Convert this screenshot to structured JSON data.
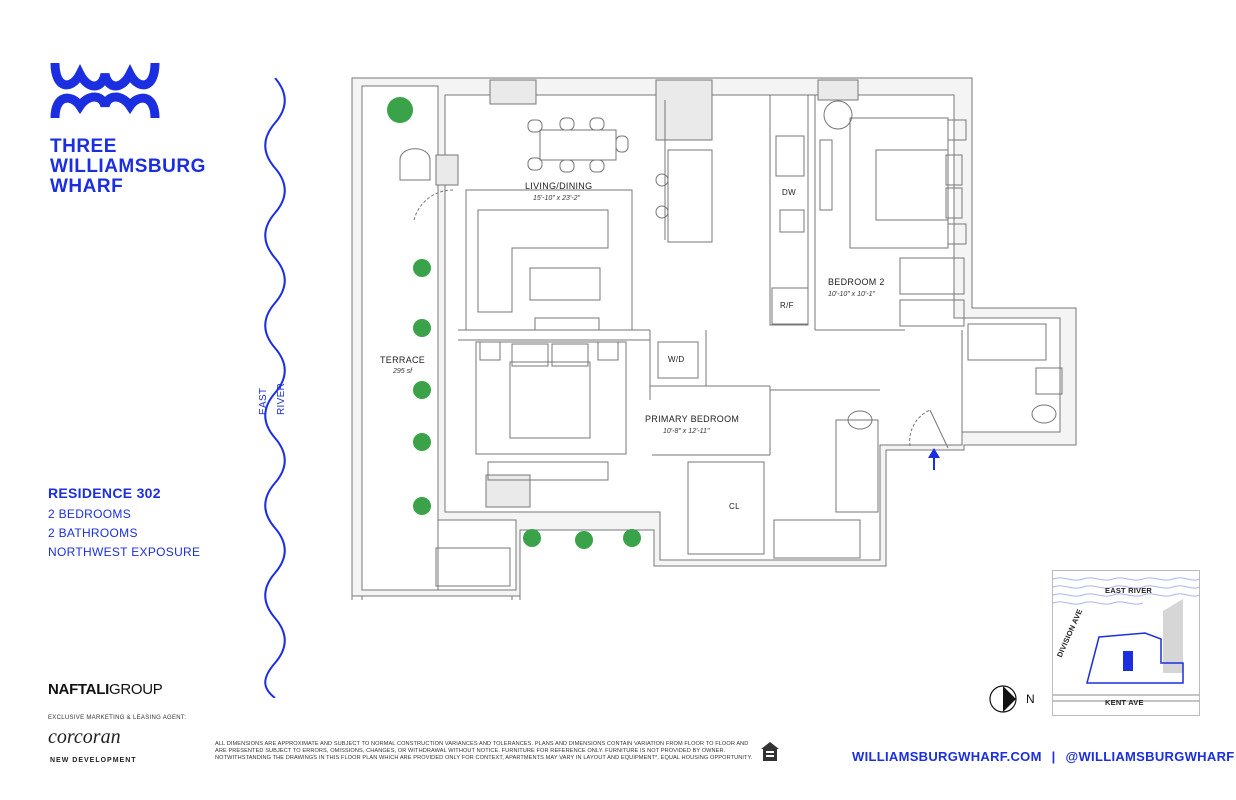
{
  "brand": {
    "lines": [
      "THREE",
      "WILLIAMSBURG",
      "WHARF"
    ],
    "color": "#1b2ee0"
  },
  "residence": {
    "title": "RESIDENCE 302",
    "bedrooms": "2 BEDROOMS",
    "bathrooms": "2 BATHROOMS",
    "exposure": "NORTHWEST EXPOSURE"
  },
  "developer": {
    "name_bold": "NAFTALI",
    "name_regular": "GROUP",
    "agent_caption": "EXCLUSIVE MARKETING & LEASING AGENT:",
    "agent_name": "corcoran",
    "agent_division": "NEW DEVELOPMENT"
  },
  "floorplan": {
    "river_label": "EAST RIVER",
    "rooms": [
      {
        "name": "LIVING/DINING",
        "dims": "15'-10\" x 23'-2\""
      },
      {
        "name": "BEDROOM 2",
        "dims": "10'-10\" x 10'-1\""
      },
      {
        "name": "TERRACE",
        "dims": "295 sf"
      },
      {
        "name": "PRIMARY BEDROOM",
        "dims": "10'-8\" x 12'-11\""
      }
    ],
    "fixtures": {
      "dishwasher": "DW",
      "fridge": "R/F",
      "washer_dryer": "W/D",
      "closet": "CL"
    }
  },
  "keyplan": {
    "river": "EAST RIVER",
    "street_vertical": "DIVISION AVE",
    "street_horizontal": "KENT AVE",
    "north": "N"
  },
  "footer": {
    "disclaimer": "ALL DIMENSIONS ARE APPROXIMATE AND SUBJECT TO NORMAL CONSTRUCTION VARIANCES AND TOLERANCES. PLANS AND DIMENSIONS CONTAIN VARIATION FROM FLOOR TO FLOOR AND ARE PRESENTED SUBJECT TO ERRORS, OMISSIONS, CHANGES, OR WITHDRAWAL WITHOUT NOTICE. FURNITURE FOR REFERENCE ONLY. FURNITURE IS NOT PROVIDED BY OWNER. NOTWITHSTANDING THE DRAWINGS IN THIS FLOOR PLAN WHICH ARE PROVIDED ONLY FOR CONTEXT, APARTMENTS MAY VARY IN LAYOUT AND EQUIPMENT*. EQUAL HOUSING OPPORTUNITY.",
    "website": "WILLIAMSBURGWHARF.COM",
    "separator": "|",
    "handle": "@WILLIAMSBURGWHARF"
  },
  "icons": [
    "brand-wave-logo-icon",
    "equal-housing-icon",
    "north-arrow-icon",
    "entry-arrow-icon",
    "plant-icon"
  ]
}
